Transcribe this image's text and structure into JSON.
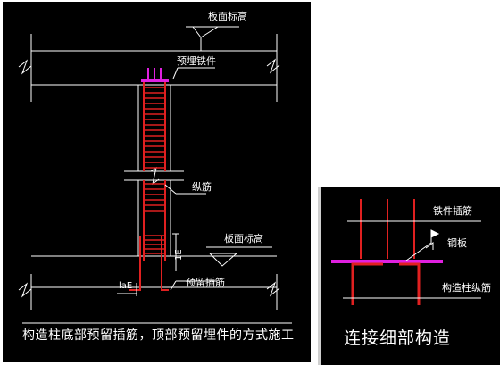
{
  "left_diagram": {
    "slab_top_label": "板面标高",
    "embedded_part_label": "预埋铁件",
    "longitudinal_bar_label": "纵筋",
    "lower_slab_label": "板面标高",
    "dowel_label": "预留插筋",
    "anchor_length_label": "laE",
    "lap_length_label": "1E",
    "caption": "构造柱底部预留插筋，顶部预留埋件的方式施工"
  },
  "right_diagram": {
    "anchor_bar_label": "铁件插筋",
    "steel_plate_label": "钢板",
    "column_bar_label": "构造柱纵筋",
    "caption": "连接细部构造"
  },
  "colors": {
    "rebar": "#e02020",
    "embedded_part": "#e020e0",
    "outline": "#ffffff",
    "background": "#000000"
  }
}
